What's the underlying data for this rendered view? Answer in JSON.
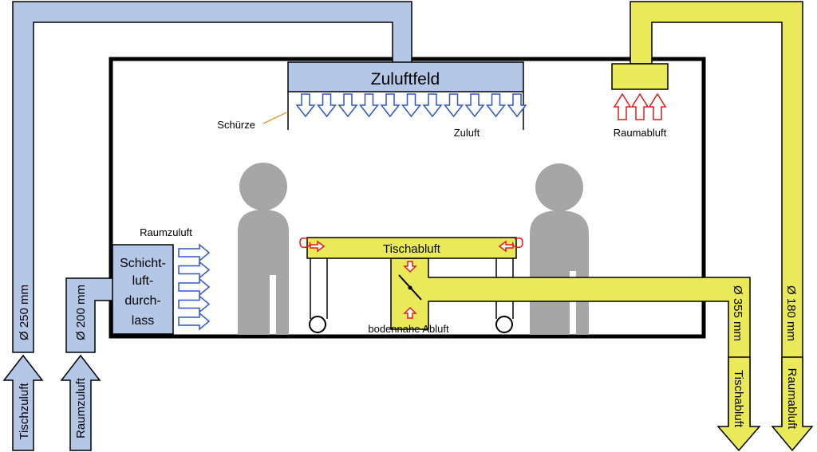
{
  "colors": {
    "blue_duct": "#b4c7e7",
    "yellow_duct": "#e9e95a",
    "outline": "#000000",
    "person": "#a6a6a6",
    "supply_arrow": "#2f55c8",
    "exhaust_arrow": "#e01a1a",
    "leader_line": "#e39b2c"
  },
  "labels": {
    "zuluftfeld": "Zuluftfeld",
    "schuerze": "Schürze",
    "zuluft": "Zuluft",
    "raumabluft_top": "Raumabluft",
    "raumzuluft": "Raumzuluft",
    "schicht": [
      "Schicht-",
      "luft-",
      "durch-",
      "lass"
    ],
    "tischabluft_table": "Tischabluft",
    "bodennahe_abluft": "bodennahe Abluft",
    "duct_250": "Ø 250 mm",
    "duct_200": "Ø 200 mm",
    "duct_355": "Ø 355 mm",
    "duct_180": "Ø 180 mm",
    "arrow_tischzuluft": "Tischzuluft",
    "arrow_raumzuluft": "Raumzuluft",
    "arrow_tischabluft": "Tischabluft",
    "arrow_raumabluft": "Raumabluft"
  }
}
